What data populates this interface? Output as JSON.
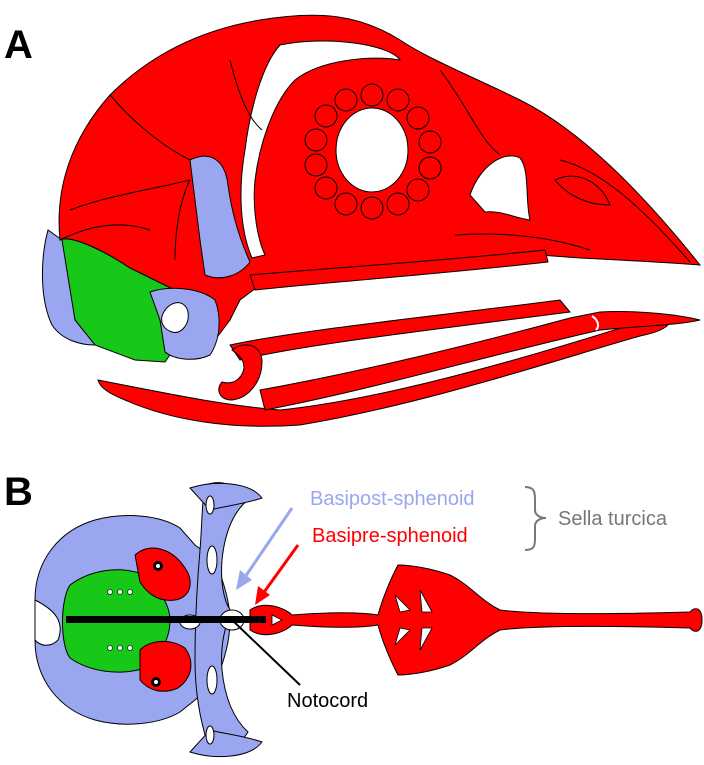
{
  "panels": {
    "a": {
      "letter": "A"
    },
    "b": {
      "letter": "B"
    }
  },
  "labels": {
    "basipost": "Basipost-sphenoid",
    "basipre": "Basipre-sphenoid",
    "sella": "Sella turcica",
    "notocord": "Notocord"
  },
  "colors": {
    "red": "#ff0000",
    "blue": "#9aa6f0",
    "green": "#18c818",
    "gray": "#777777",
    "outline": "#000000"
  }
}
